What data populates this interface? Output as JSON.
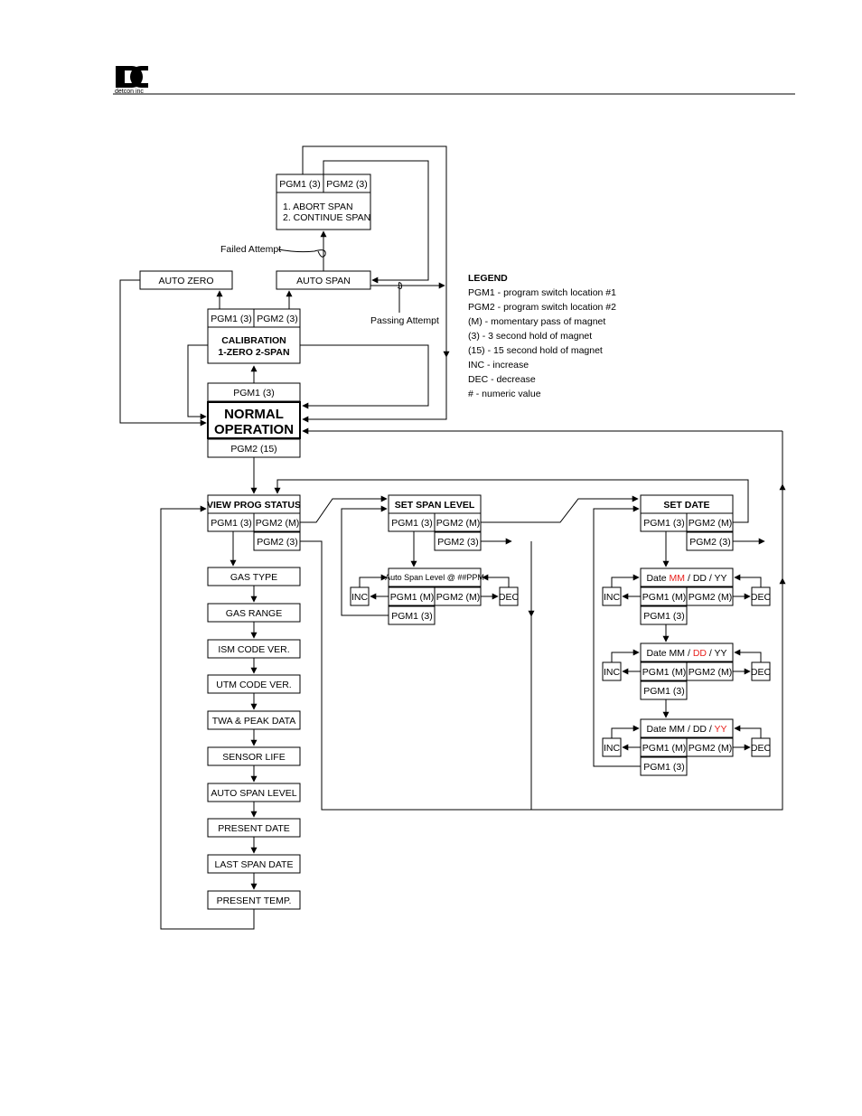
{
  "header": {
    "company": "detcon inc"
  },
  "colors": {
    "accent": "#e8201c"
  },
  "legend": {
    "title": "LEGEND",
    "items": [
      "PGM1 - program switch location #1",
      "PGM2 - program switch location #2",
      "(M) - momentary pass of magnet",
      "(3) - 3 second hold of magnet",
      "(15) - 15 second hold of magnet",
      "INC - increase",
      "DEC - decrease",
      "# - numeric value"
    ]
  },
  "top": {
    "pgm1": "PGM1 (3)",
    "pgm2": "PGM2 (3)",
    "abort": "1. ABORT SPAN",
    "continue": "2. CONTINUE SPAN",
    "failed": "Failed Attempt",
    "passing": "Passing Attempt",
    "auto_zero": "AUTO ZERO",
    "auto_span": "AUTO SPAN"
  },
  "calibration": {
    "pgm1": "PGM1 (3)",
    "pgm2": "PGM2 (3)",
    "line1": "CALIBRATION",
    "line2": "1-ZERO  2-SPAN"
  },
  "normal": {
    "pgm1": "PGM1 (3)",
    "line1": "NORMAL",
    "line2": "OPERATION",
    "pgm2": "PGM2 (15)"
  },
  "view": {
    "title": "VIEW PROG STATUS",
    "pgm1": "PGM1 (3)",
    "pgm2m": "PGM2 (M)",
    "pgm2": "PGM2 (3)",
    "items": [
      "GAS  TYPE",
      "GAS RANGE",
      "ISM CODE VER.",
      "UTM CODE VER.",
      "TWA & PEAK DATA",
      "SENSOR LIFE",
      "AUTO SPAN LEVEL",
      "PRESENT DATE",
      "LAST SPAN DATE",
      "PRESENT TEMP."
    ]
  },
  "span": {
    "title": "SET SPAN LEVEL",
    "pgm1": "PGM1 (3)",
    "pgm2m": "PGM2 (M)",
    "pgm2": "PGM2 (3)",
    "level": "Auto Span Level  @  ##PPM",
    "inc": "INC",
    "dec": "DEC",
    "pgm1m": "PGM1 (M)",
    "pgm2m_b": "PGM2 (M)",
    "pgm1_b": "PGM1 (3)"
  },
  "date": {
    "title": "SET DATE",
    "pgm1": "PGM1 (3)",
    "pgm2m": "PGM2 (M)",
    "pgm2": "PGM2 (3)",
    "label": "Date",
    "mm": "MM",
    "dd": "DD",
    "yy": "YY",
    "sep": " / ",
    "inc": "INC",
    "dec": "DEC",
    "pgm1m": "PGM1 (M)",
    "pgm2m_b": "PGM2 (M)",
    "pgm1_b": "PGM1 (3)"
  }
}
